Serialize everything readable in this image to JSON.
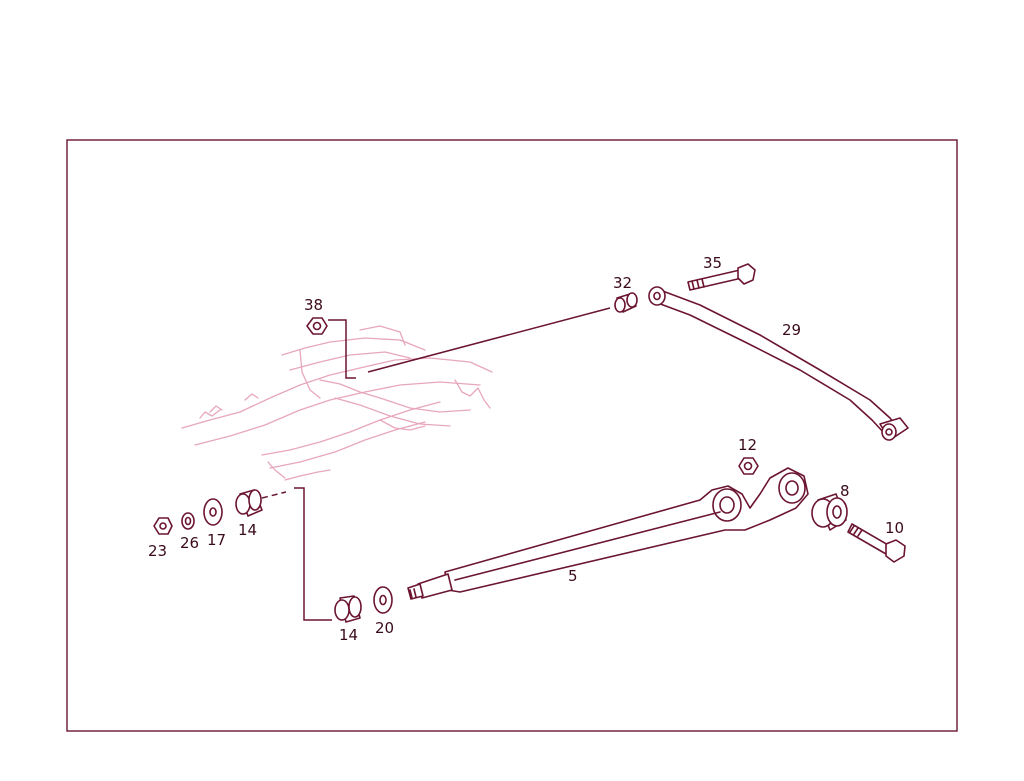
{
  "colors": {
    "line": "#6b1530",
    "frame_ghost": "#e7a7bb",
    "label": "#3a0b1a",
    "background": "#ffffff"
  },
  "callouts": {
    "p38": "38",
    "p32": "32",
    "p35": "35",
    "p29": "29",
    "p12": "12",
    "p8": "8",
    "p10": "10",
    "p5": "5",
    "p23": "23",
    "p26": "26",
    "p17": "17",
    "p14a": "14",
    "p14b": "14",
    "p20": "20"
  }
}
